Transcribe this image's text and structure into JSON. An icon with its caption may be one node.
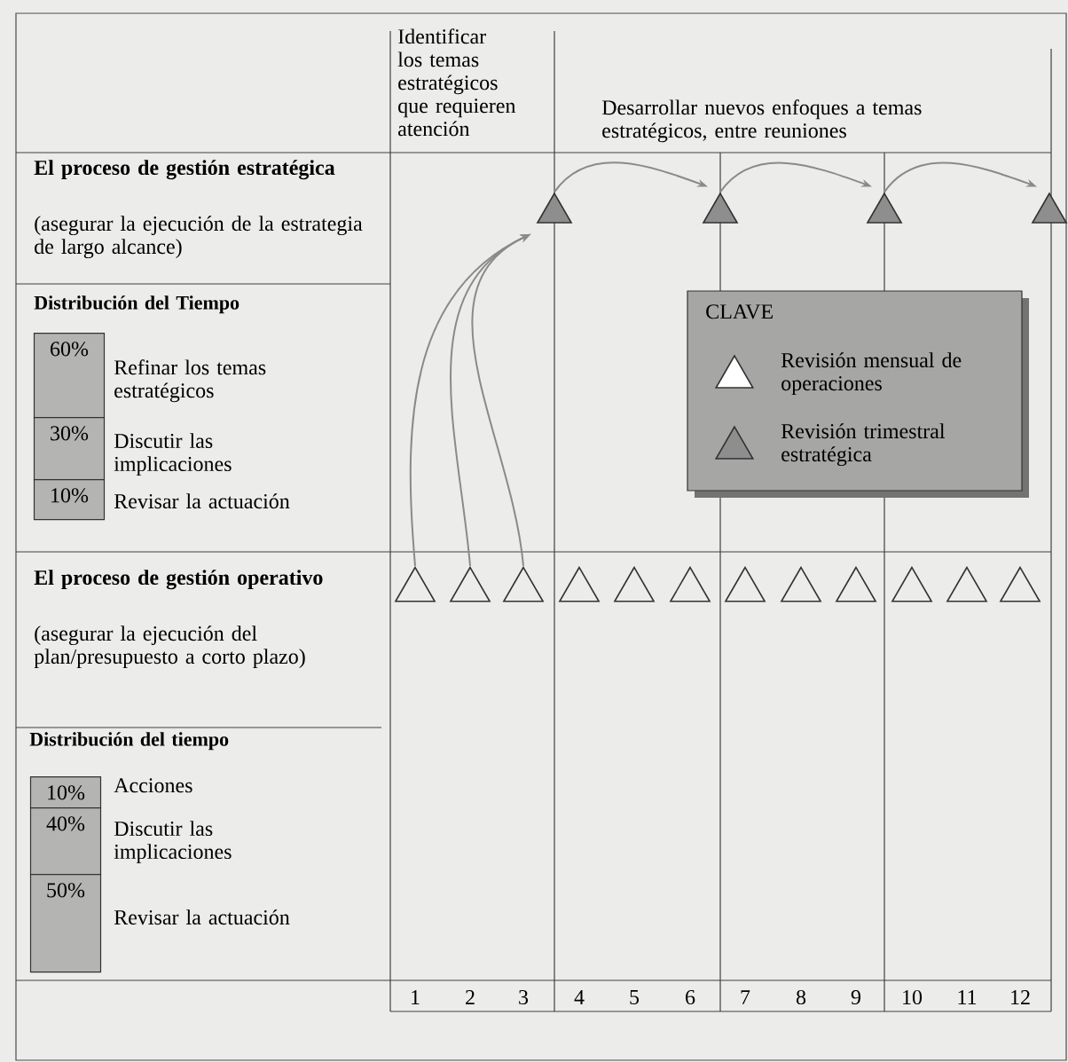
{
  "diagram": {
    "nodes": [
      {
        "text": [],
        "shape": "triangle"
      },
      {
        "text": [],
        "shape": "triangle"
      },
      {
        "text": [],
        "shape": "triangle"
      },
      {
        "text": [],
        "shape": "triangle"
      },
      {
        "text": [
          "60%"
        ],
        "beside": [
          "Refinar los temas estratégicos"
        ]
      },
      {
        "text": [
          "30%"
        ],
        "beside": [
          "Discutir las implicaciones"
        ]
      },
      {
        "text": [
          "10%"
        ],
        "beside": [
          "Revisar la actuación"
        ]
      },
      {
        "text": [],
        "shape": "triangle"
      },
      {
        "text": [],
        "shape": "triangle"
      },
      {
        "text": [],
        "shape": "triangle"
      },
      {
        "text": [],
        "shape": "triangle"
      },
      {
        "text": [],
        "shape": "triangle"
      },
      {
        "text": [],
        "shape": "triangle"
      },
      {
        "text": [],
        "shape": "triangle"
      },
      {
        "text": [],
        "shape": "triangle"
      },
      {
        "text": [],
        "shape": "triangle"
      },
      {
        "text": [],
        "shape": "triangle"
      },
      {
        "text": [],
        "shape": "triangle"
      },
      {
        "text": [],
        "shape": "triangle"
      },
      {
        "text": [
          "10%"
        ],
        "beside": [
          "Acciones"
        ]
      },
      {
        "text": [
          "40%"
        ],
        "beside": [
          "Discutir las implicaciones"
        ]
      },
      {
        "text": [
          "50%"
        ],
        "beside": [
          "Revisar la actuación"
        ]
      }
    ],
    "edges": [
      {
        "from": 0,
        "to": 1,
        "arrow": "to"
      },
      {
        "from": 1,
        "to": 2,
        "arrow": "to"
      },
      {
        "from": 2,
        "to": 3,
        "arrow": "to"
      },
      {
        "from": 7,
        "to": 0,
        "arrow": "to"
      },
      {
        "from": 8,
        "to": 0,
        "arrow": "to"
      },
      {
        "from": 9,
        "to": 0,
        "arrow": "to"
      }
    ],
    "labels": [
      "Identificar los temas estratégicos que requieren atención",
      "Desarrollar nuevos enfoques a temas estratégicos, entre reuniones",
      "El proceso de gestión estratégica",
      "(asegurar la ejecución de la estrategia de largo alcance)",
      "Distribución del Tiempo",
      "CLAVE",
      "El proceso de gestión operativo",
      "(asegurar la ejecución del plan/presupuesto a corto plazo)",
      "Distribución del tiempo",
      "1",
      "2",
      "3",
      "4",
      "5",
      "6",
      "7",
      "8",
      "9",
      "10",
      "11",
      "12"
    ],
    "legend": [
      {
        "text": "Revisión mensual de operaciones"
      },
      {
        "text": "Revisión trimestral estratégica"
      }
    ]
  }
}
